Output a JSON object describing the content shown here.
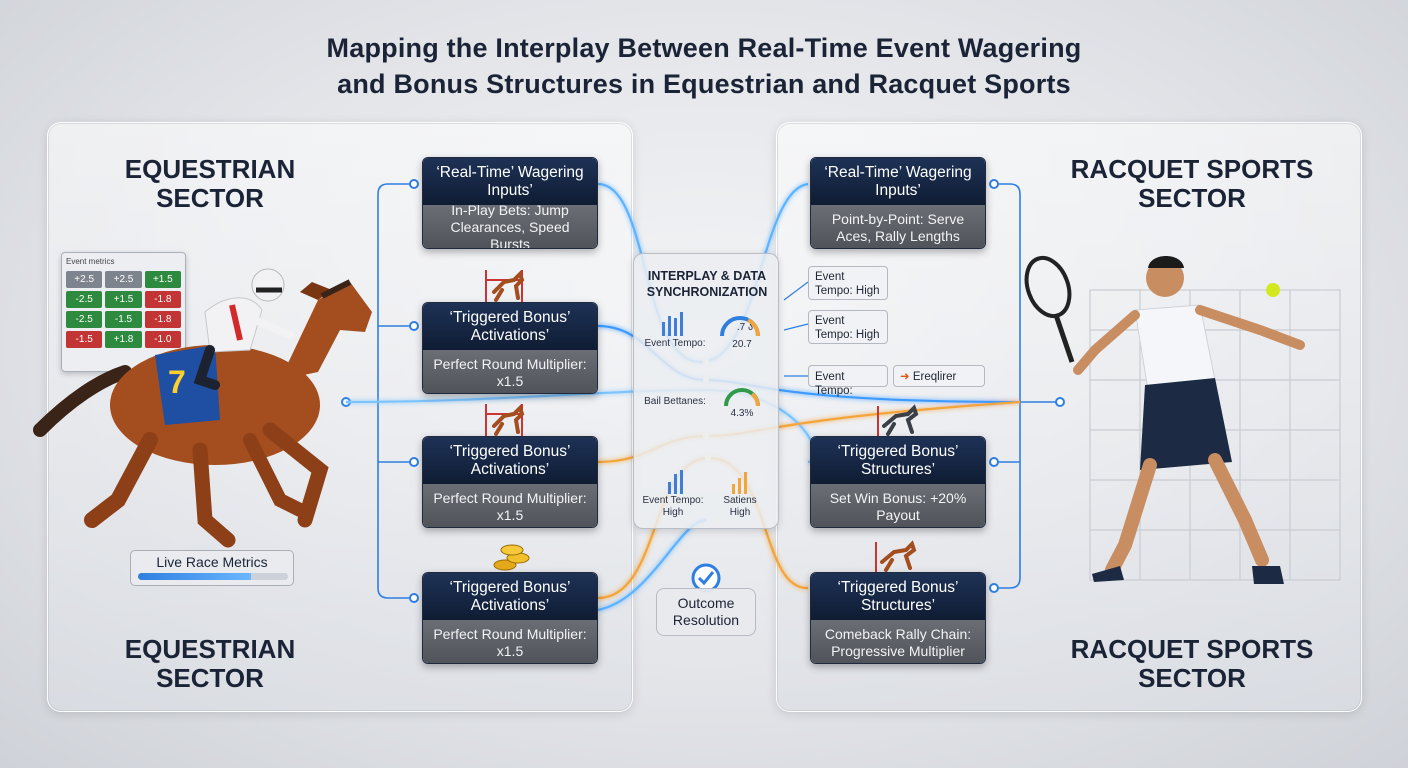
{
  "title": {
    "line1": "Mapping the Interplay Between Real-Time Event Wagering",
    "line2": "and Bonus Structures in Equestrian and Racquet Sports"
  },
  "left": {
    "sector_top": "EQUESTRIAN SECTOR",
    "sector_bottom": "EQUESTRIAN SECTOR",
    "metrics_label": "Live Race Metrics",
    "metrics_progress": 0.75,
    "odds_header": "Event metrics",
    "odds_rows": [
      [
        "+2.5",
        "+2.5",
        "+1.5"
      ],
      [
        "-2.5",
        "+1.5",
        "-1.8"
      ],
      [
        "-2.5",
        "-1.5",
        "-1.8"
      ],
      [
        "-1.5",
        "+1.8",
        "-1.0"
      ]
    ],
    "cards": [
      {
        "head": "‘Real-Time’ Wagering Inputs’",
        "body": "In-Play Bets: Jump Clearances, Speed Bursts"
      },
      {
        "head": "‘Triggered Bonus’ Activations’",
        "body": "Perfect Round Multiplier: x1.5"
      },
      {
        "head": "‘Triggered Bonus’ Activations’",
        "body": "Perfect Round Multiplier: x1.5"
      },
      {
        "head": "‘Triggered Bonus’ Activations’",
        "body": "Perfect Round Multiplier: x1.5"
      }
    ],
    "jersey_number": "7"
  },
  "right": {
    "sector_top": "RACQUET SPORTS SECTOR",
    "sector_bottom": "RACQUET SPORTS SECTOR",
    "cards": [
      {
        "head": "‘Real-Time’ Wagering Inputs’",
        "body": "Point-by-Point: Serve Aces, Rally Lengths"
      },
      {
        "head": "‘Triggered Bonus’ Structures’",
        "body": "Set Win Bonus: +20% Payout"
      },
      {
        "head": "‘Triggered Bonus’ Structures’",
        "body": "Comeback Rally Chain: Progressive Multiplier"
      }
    ],
    "tempo_tags": [
      {
        "text": "Event Tempo: High"
      },
      {
        "text": "Event Tempo: High"
      },
      {
        "text": "Event Tempo:",
        "extra": "Ereqlirer"
      }
    ]
  },
  "center": {
    "title": "INTERPLAY & DATA SYNCHRONIZATION",
    "gauge1_label": "Event Tempo:",
    "gauge1_value": ".7 ა",
    "gauge1_sub": "20.7",
    "gauge2_label": "Bail Bettanes:",
    "gauge2_value": "4.3%",
    "bottom1_label": "Event Tempo: High",
    "bottom2_label": "Satiens High",
    "outcome": "Outcome Resolution"
  },
  "colors": {
    "card_head": "#14233f",
    "card_body": "#5a5d64",
    "flow_blue": "#4aa8ff",
    "flow_orange": "#f3a43a"
  }
}
